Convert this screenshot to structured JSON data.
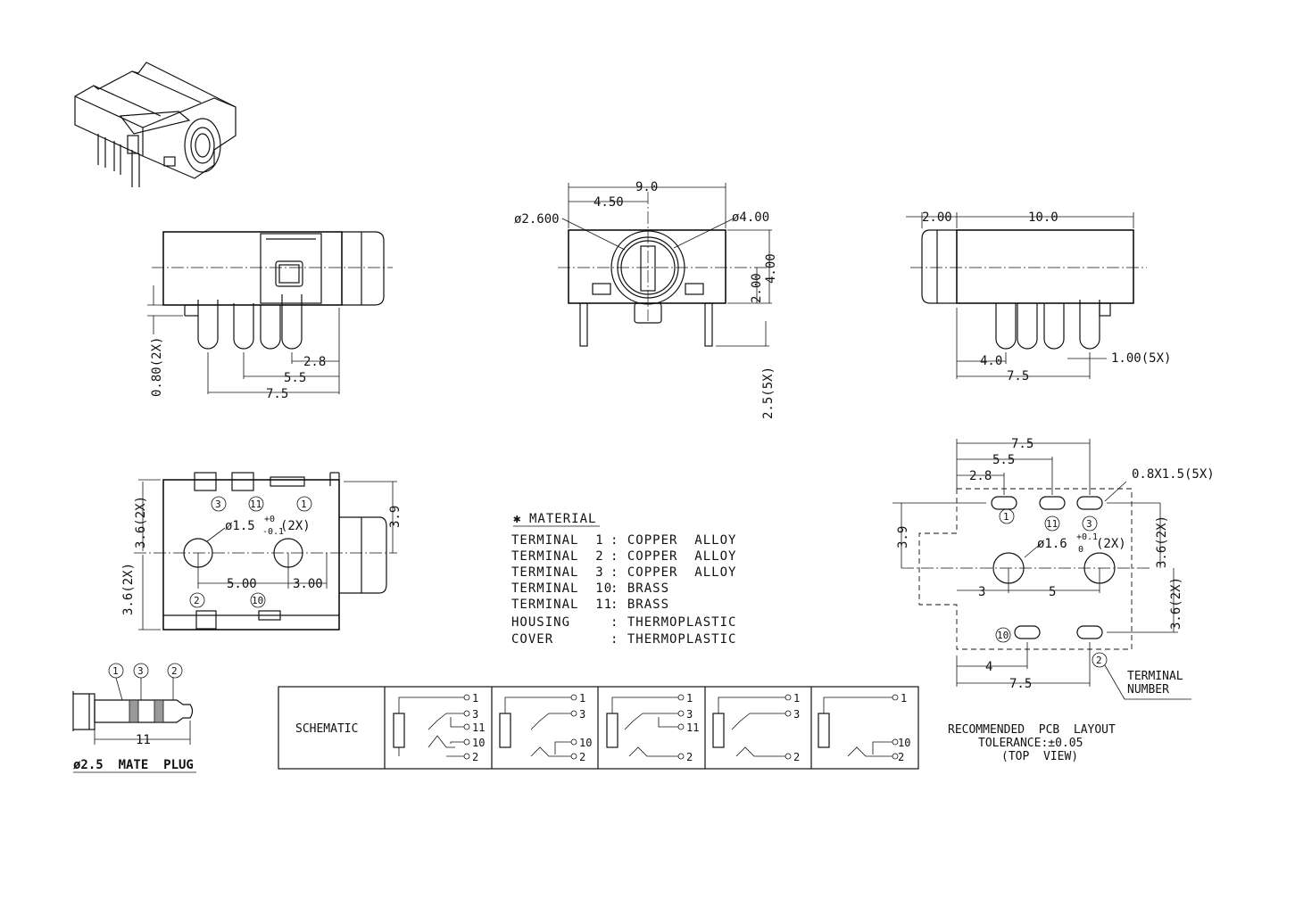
{
  "side_view": {
    "dim_080": "0.80(2X)",
    "dim_28": "2.8",
    "dim_55": "5.5",
    "dim_75": "7.5"
  },
  "front_view": {
    "dim_90": "9.0",
    "dim_450": "4.50",
    "dim_phi2600": "ø2.600",
    "dim_phi400": "ø4.00",
    "dim_200": "2.00",
    "dim_400": "4.00",
    "dim_25": "2.5(5X)"
  },
  "right_view": {
    "dim_200": "2.00",
    "dim_100": "10.0",
    "dim_40": "4.0",
    "dim_75": "7.5",
    "dim_100x5": "1.00(5X)"
  },
  "bottom_view": {
    "dim_36a": "3.6(2X)",
    "dim_36b": "3.6(2X)",
    "dim_39": "3.9",
    "hole": "ø1.5",
    "hole_tol_up": "+0",
    "hole_tol_dn": "-0.1",
    "hole_count": "(2X)",
    "dim_500": "5.00",
    "dim_300": "3.00",
    "pins": [
      "3",
      "11",
      "1",
      "2",
      "10"
    ]
  },
  "material": {
    "heading": "MATERIAL",
    "rows": [
      {
        "name": "TERMINAL  1",
        "value": ": COPPER  ALLOY"
      },
      {
        "name": "TERMINAL  2",
        "value": ": COPPER  ALLOY"
      },
      {
        "name": "TERMINAL  3",
        "value": ": COPPER  ALLOY"
      },
      {
        "name": "TERMINAL  10",
        "value": ": BRASS"
      },
      {
        "name": "TERMINAL  11",
        "value": ": BRASS"
      },
      {
        "name": "HOUSING",
        "value": ": THERMOPLASTIC"
      },
      {
        "name": "COVER",
        "value": ": THERMOPLASTIC"
      }
    ]
  },
  "pcb": {
    "dim_75": "7.5",
    "dim_55": "5.5",
    "dim_28": "2.8",
    "slot": "0.8X1.5(5X)",
    "dim_39": "3.9",
    "hole": "ø1.6",
    "hole_tol_up": "+0.1",
    "hole_tol_dn": "0",
    "hole_count": "(2X)",
    "dim_36a": "3.6(2X)",
    "dim_36b": "3.6(2X)",
    "dim_3": "3",
    "dim_5": "5",
    "dim_4": "4",
    "dim_75b": "7.5",
    "terminal_label_1": "TERMINAL",
    "terminal_label_2": "NUMBER",
    "caption_1": "RECOMMENDED  PCB  LAYOUT",
    "caption_2": "TOLERANCE:±0.05",
    "caption_3": "(TOP  VIEW)",
    "pins": [
      "1",
      "11",
      "3",
      "10",
      "2"
    ]
  },
  "plug": {
    "pins": [
      "1",
      "3",
      "2"
    ],
    "dim_11": "11",
    "caption": "ø2.5  MATE  PLUG"
  },
  "schematic": {
    "label": "SCHEMATIC",
    "cells": [
      {
        "pins": [
          "1",
          "3",
          "11",
          "10",
          "2"
        ]
      },
      {
        "pins": [
          "1",
          "3",
          "10",
          "2"
        ]
      },
      {
        "pins": [
          "1",
          "3",
          "11",
          "2"
        ]
      },
      {
        "pins": [
          "1",
          "3",
          "2"
        ]
      },
      {
        "pins": [
          "1",
          "10",
          "2"
        ]
      }
    ]
  }
}
